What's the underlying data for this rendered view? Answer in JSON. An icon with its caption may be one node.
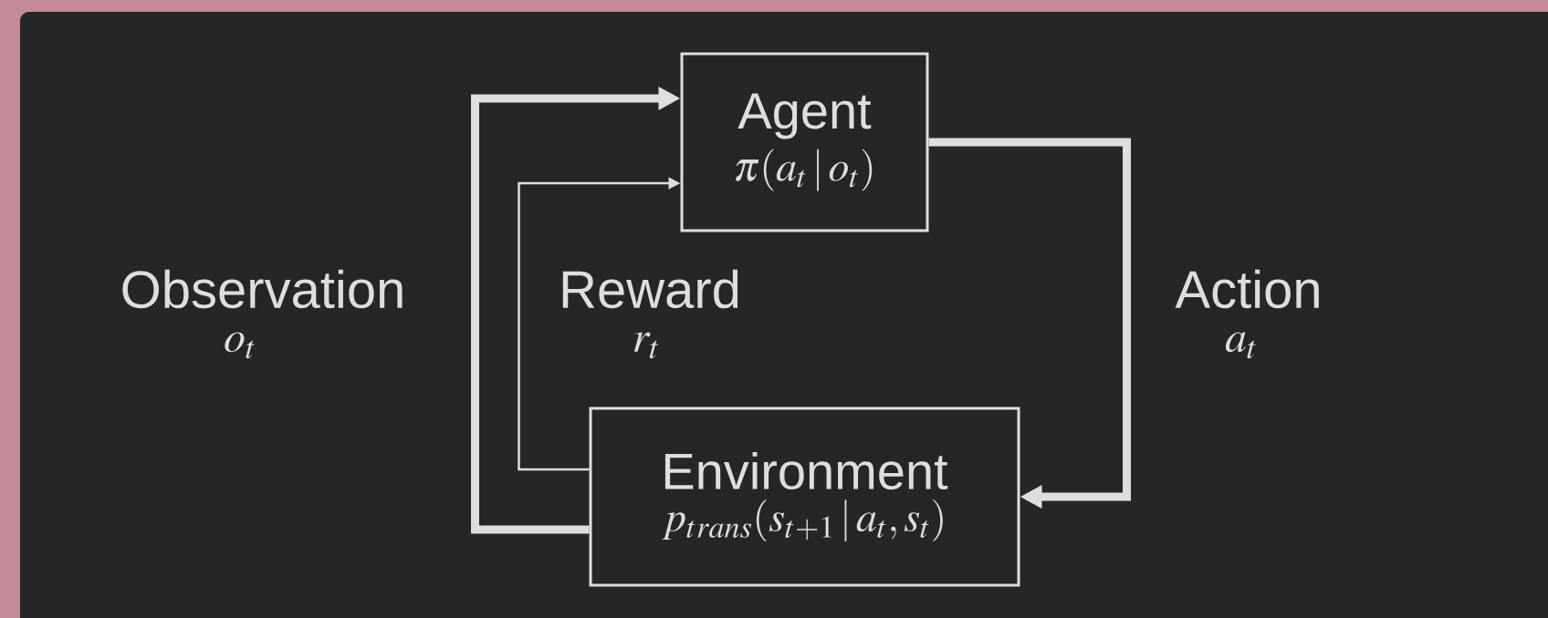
{
  "diagram": {
    "nodes": [
      {
        "text": [
          "Agent",
          "\\pi(a_t\\,|\\,o_t)"
        ]
      },
      {
        "text": [
          "Environment",
          "p_{trans}(s_{t+1}\\,|\\,a_t, s_t)"
        ]
      }
    ],
    "edges": [
      {
        "from": 1,
        "to": 0,
        "arrow": "to",
        "label": "Observation"
      },
      {
        "from": 1,
        "to": 0,
        "arrow": "to",
        "label": "Reward"
      },
      {
        "from": 0,
        "to": 1,
        "arrow": "to",
        "label": "Action"
      }
    ],
    "labels": [
      "o_t",
      "r_t",
      "a_t"
    ]
  }
}
